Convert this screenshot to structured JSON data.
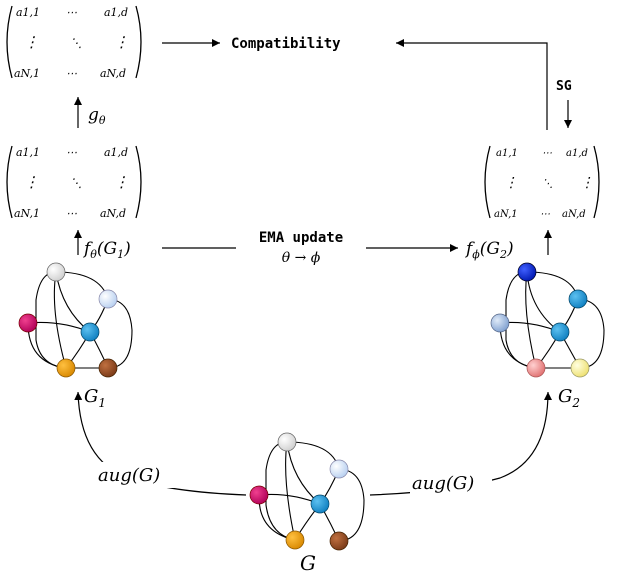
{
  "labels": {
    "compatibility": "Compatibility",
    "sg": "SG",
    "ema_update": "EMA update",
    "ema_rule": "θ → ϕ",
    "g_theta": "gθ",
    "f_theta_g1": "fθ(G1)",
    "f_phi_g2": "fϕ(G2)",
    "g1": "G1",
    "g2": "G2",
    "g": "G",
    "aug_left": "aug(G)",
    "aug_right": "aug(G)"
  },
  "matrix": {
    "top_left": "a1,1",
    "top_right": "a1,d",
    "bottom_left": "aN,1",
    "bottom_right": "aN,d",
    "hdots": "⋯",
    "vdots": "⋮",
    "ddots": "⋱"
  },
  "colors": {
    "white_node": "#f0f0f0",
    "light_blue": "#d6e6fb",
    "blue": "#1f9be0",
    "magenta": "#d0106e",
    "orange": "#f0a010",
    "brown": "#a0502a",
    "dark_blue": "#1030d8",
    "steel_blue": "#9fbfe6",
    "pink": "#f09a9a",
    "yellow": "#fbf79a"
  }
}
